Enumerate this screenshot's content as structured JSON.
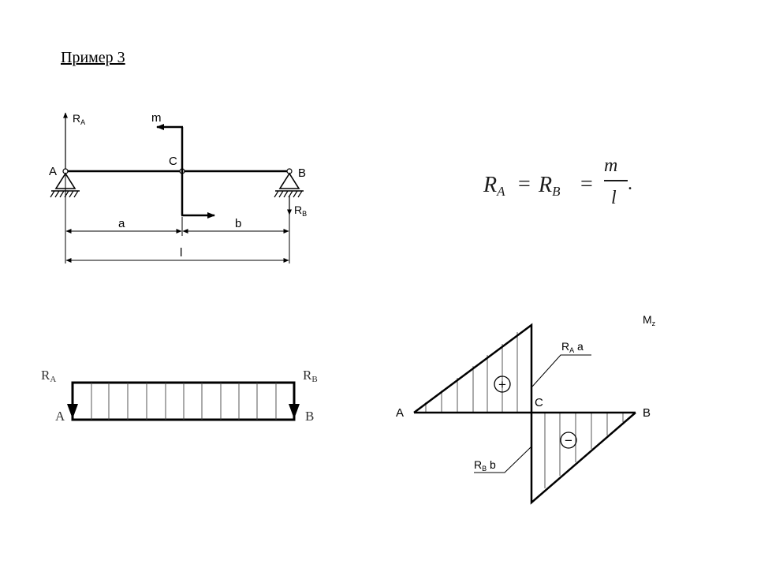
{
  "title": "Пример 3",
  "beam": {
    "label_A": "A",
    "label_B": "B",
    "label_C": "C",
    "reaction_A": "R",
    "reaction_A_sub": "A",
    "reaction_B": "R",
    "reaction_B_sub": "B",
    "moment": "m",
    "dim_a": "a",
    "dim_b": "b",
    "dim_l": "l"
  },
  "formula": {
    "lhs1": "R",
    "lhs1_sub": "A",
    "eq1": "=",
    "lhs2": "R",
    "lhs2_sub": "B",
    "eq2": "=",
    "numerator": "m",
    "denominator": "l",
    "period": "."
  },
  "shear_diagram": {
    "reaction_A": "R",
    "reaction_A_sub": "A",
    "reaction_B": "R",
    "reaction_B_sub": "B",
    "label_A": "A",
    "label_B": "B"
  },
  "moment_diagram": {
    "axis_label": "M",
    "axis_label_sub": "z",
    "label_A": "A",
    "label_B": "B",
    "label_C": "C",
    "pos_value": "R",
    "pos_value_sub": "A",
    "pos_value_mult": " a",
    "neg_value": "R",
    "neg_value_sub": "B",
    "neg_value_mult": " b",
    "plus_sign": "+",
    "minus_sign": "−"
  }
}
